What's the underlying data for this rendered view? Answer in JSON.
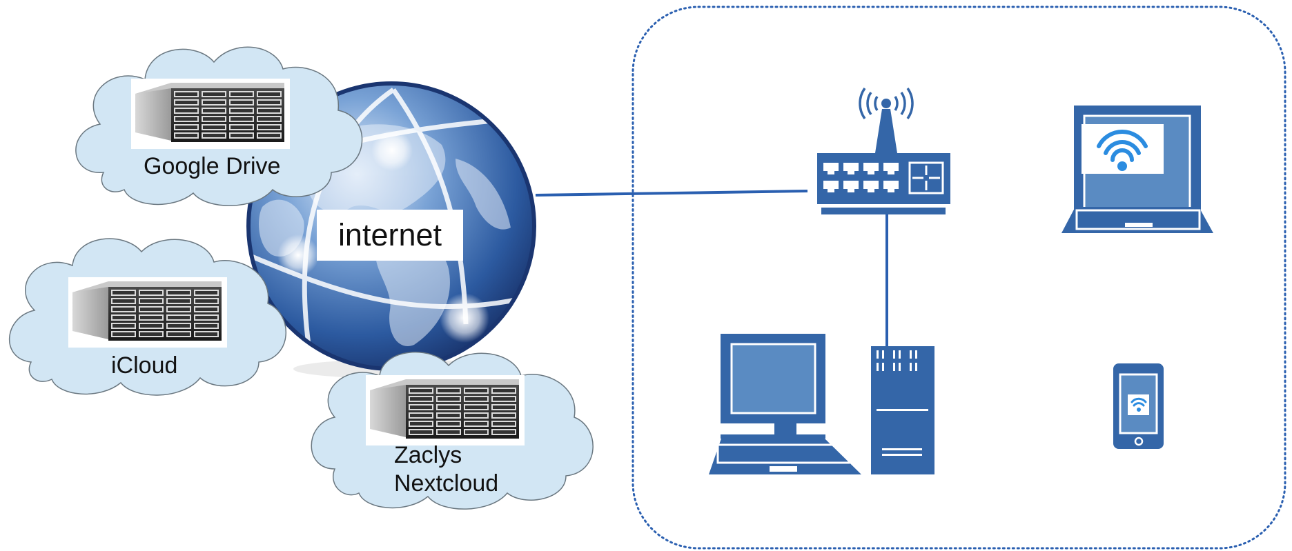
{
  "globe": {
    "label": "internet"
  },
  "clouds": [
    {
      "id": "google",
      "label_lines": [
        "Google Drive"
      ],
      "icon": "server-rack-icon"
    },
    {
      "id": "icloud",
      "label_lines": [
        "iCloud"
      ],
      "icon": "server-rack-icon"
    },
    {
      "id": "zaclys",
      "label_lines": [
        "Zaclys",
        "Nextcloud"
      ],
      "icon": "server-rack-icon"
    }
  ],
  "local_network": {
    "devices": [
      "wifi-router-icon",
      "desktop-computer-icon",
      "tower-pc-icon",
      "wifi-laptop-icon",
      "smartphone-wifi-icon"
    ]
  },
  "colors": {
    "device_blue": "#3466a8",
    "cloud_fill": "#d2e6f4",
    "globe_dark": "#1f4585",
    "link_line": "#2a5fb0",
    "border_dots": "#2a5fb0"
  }
}
